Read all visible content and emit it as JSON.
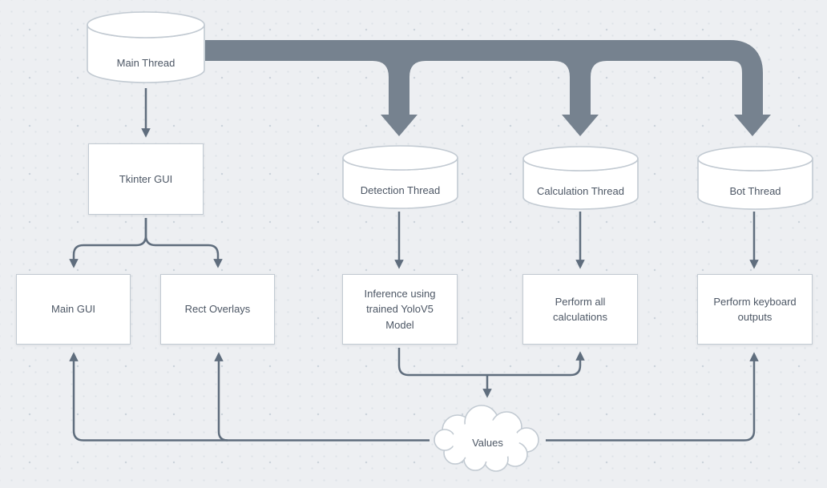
{
  "diagram": {
    "title": "Application threading architecture flowchart",
    "nodes": {
      "main_thread": {
        "label": "Main Thread",
        "shape": "cylinder"
      },
      "tkinter_gui": {
        "label": "Tkinter GUI",
        "shape": "box"
      },
      "main_gui": {
        "label": "Main GUI",
        "shape": "box"
      },
      "rect_overlays": {
        "label": "Rect Overlays",
        "shape": "box"
      },
      "detection_thread": {
        "label": "Detection Thread",
        "shape": "cylinder"
      },
      "calculation_thread": {
        "label": "Calculation Thread",
        "shape": "cylinder"
      },
      "bot_thread": {
        "label": "Bot Thread",
        "shape": "cylinder"
      },
      "inference": {
        "label": "Inference using trained YoloV5 Model",
        "shape": "box"
      },
      "calculations": {
        "label": "Perform all calculations",
        "shape": "box"
      },
      "keyboard_outputs": {
        "label": "Perform keyboard outputs",
        "shape": "box"
      },
      "values": {
        "label": "Values",
        "shape": "cloud"
      }
    },
    "edges": [
      {
        "from": "Main Thread",
        "to": "Tkinter GUI",
        "style": "thin"
      },
      {
        "from": "Main Thread",
        "to": "Detection Thread",
        "style": "fat"
      },
      {
        "from": "Main Thread",
        "to": "Calculation Thread",
        "style": "fat"
      },
      {
        "from": "Main Thread",
        "to": "Bot Thread",
        "style": "fat"
      },
      {
        "from": "Tkinter GUI",
        "to": "Main GUI",
        "style": "thin"
      },
      {
        "from": "Tkinter GUI",
        "to": "Rect Overlays",
        "style": "thin"
      },
      {
        "from": "Detection Thread",
        "to": "Inference using trained YoloV5 Model",
        "style": "thin"
      },
      {
        "from": "Calculation Thread",
        "to": "Perform all calculations",
        "style": "thin"
      },
      {
        "from": "Bot Thread",
        "to": "Perform keyboard outputs",
        "style": "thin"
      },
      {
        "from": "Inference using trained YoloV5 Model",
        "to": "Perform all calculations",
        "style": "thin"
      },
      {
        "from": "Inference using trained YoloV5 Model",
        "to": "Values",
        "style": "thin"
      },
      {
        "from": "Values",
        "to": "Main GUI",
        "style": "thin"
      },
      {
        "from": "Values",
        "to": "Rect Overlays",
        "style": "thin"
      },
      {
        "from": "Values",
        "to": "Perform keyboard outputs",
        "style": "thin"
      }
    ],
    "colors": {
      "bg": "#edeff2",
      "dot": "#ccd4db",
      "fat": "#76828f",
      "thin": "#5f6d7d",
      "node_border": "#c2cad2",
      "node_fill": "#ffffff",
      "text": "#4d5765"
    }
  }
}
